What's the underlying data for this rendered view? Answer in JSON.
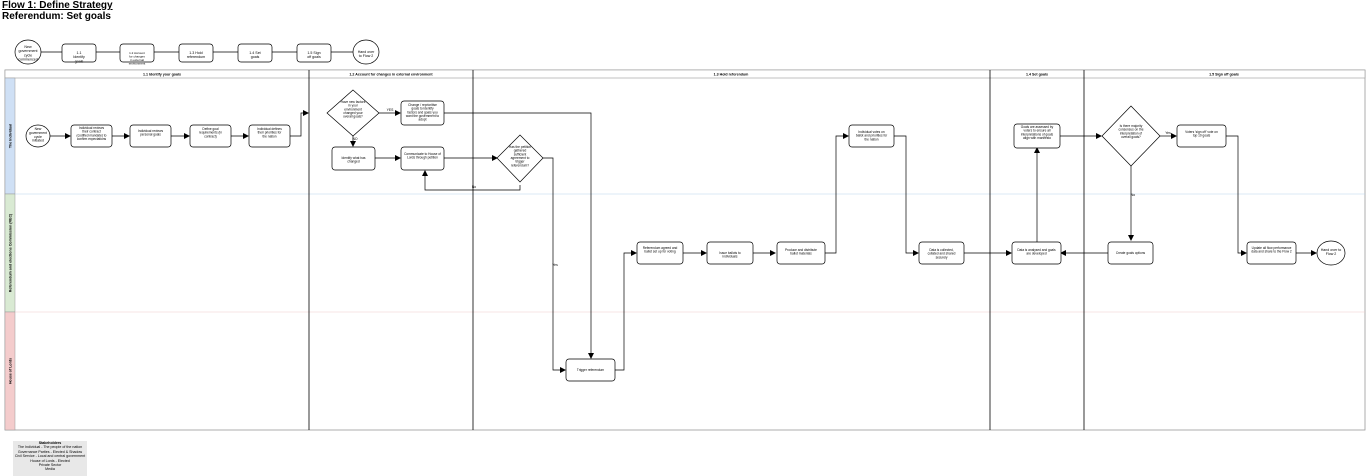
{
  "header": {
    "title": "Flow 1: Define Strategy",
    "subtitle": "Referendum: Set goals"
  },
  "overview": [
    "New government cycle commenced",
    "1.1 Identify goals",
    "1.2 Account for changes in external environment",
    "1.3 Hold referendum",
    "1.4 Set goals",
    "1.5 Sign off goals",
    "Hand over to Flow 2"
  ],
  "phases": [
    "1.1 Identify your goals",
    "1.2 Account for changes in external environment",
    "1.3 Hold referendum",
    "1.4 Set goals",
    "1.5 Sign off goals"
  ],
  "lanes": [
    "The Individual",
    "Referendum and elections Commission (REC)",
    "House of Lords"
  ],
  "nodes": {
    "start": "New government cycle initiated",
    "review_contract": "Individual reviews their contract (codified mandate) to confirm expectations",
    "review_personal": "Individual reviews personal goals",
    "define_req": "Define goal requirements (in contract)",
    "define_prior": "Individual defines their priorities for the nation",
    "d_external": "Have new factors in your environment changed your overall goals?",
    "change_goals": "Change / reprioritise goals to identify factors and goals you want the government to adopt",
    "identify_changes": "Identify what has changed",
    "communicate": "Communicate to House of Lords through petition",
    "d_petition": "Has the petition gathered sufficient agreement to trigger referendum?",
    "trigger": "Trigger referendum",
    "rec_ballot": "Referendum agreed and ballot set up for voting",
    "rec_issue": "Issue ballots to individuals",
    "rec_produce": "Produce and distribute ballot materials",
    "ind_vote": "Individual votes on ballot and priorities for the nation",
    "data_collect": "Data is collected, collated and shared securely",
    "data_analysed": "Data is analysed and goals are developed",
    "goals_assessed": "Goals are assessed by voters to ensure all interpretations of goals align with manifesto",
    "d_consensus": "Is there majority consensus on the interpretation of overall goals?",
    "vote_sign": "Voters 'sign off' vote on top 10 goals",
    "create_options": "Create goals options",
    "update_perf": "Update all flow performance data and share to the Flow 2",
    "handover": "Hand over to Flow 2"
  },
  "edge_labels": {
    "yes1": "YES",
    "no1": "NO",
    "no2": "No",
    "yes2": "Yes",
    "no3": "No",
    "yes3": "Yes"
  },
  "stakeholders": {
    "heading": "Stakeholders",
    "items": [
      "The Individual - The people of the nation",
      "Governance Parties - Elected & Shadow",
      "Civil Service - Local and central government",
      "House of Lords - Elected",
      "Private Sector",
      "Media"
    ]
  }
}
